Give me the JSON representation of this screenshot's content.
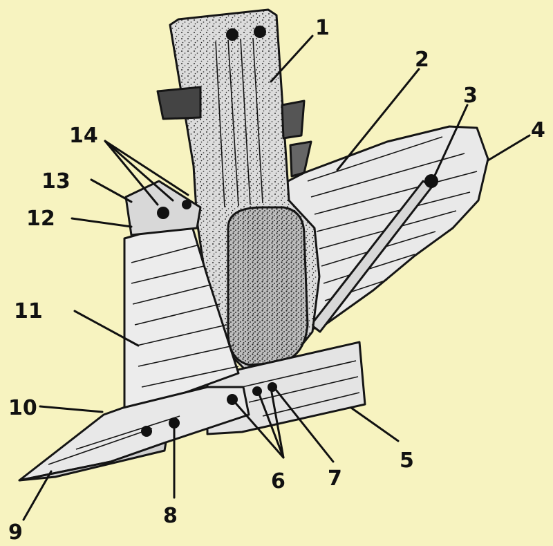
{
  "diagram": {
    "background": "#f7f3c0",
    "ink_color": "#151515",
    "parts": [
      {
        "id": "p1",
        "label": "1"
      },
      {
        "id": "p2",
        "label": "2"
      },
      {
        "id": "p3",
        "label": "3"
      },
      {
        "id": "p4",
        "label": "4"
      },
      {
        "id": "p5",
        "label": "5"
      },
      {
        "id": "p6",
        "label": "6"
      },
      {
        "id": "p7",
        "label": "7"
      },
      {
        "id": "p8",
        "label": "8"
      },
      {
        "id": "p9",
        "label": "9"
      },
      {
        "id": "p10",
        "label": "10"
      },
      {
        "id": "p11",
        "label": "11"
      },
      {
        "id": "p12",
        "label": "12"
      },
      {
        "id": "p13",
        "label": "13"
      },
      {
        "id": "p14",
        "label": "14"
      }
    ]
  }
}
